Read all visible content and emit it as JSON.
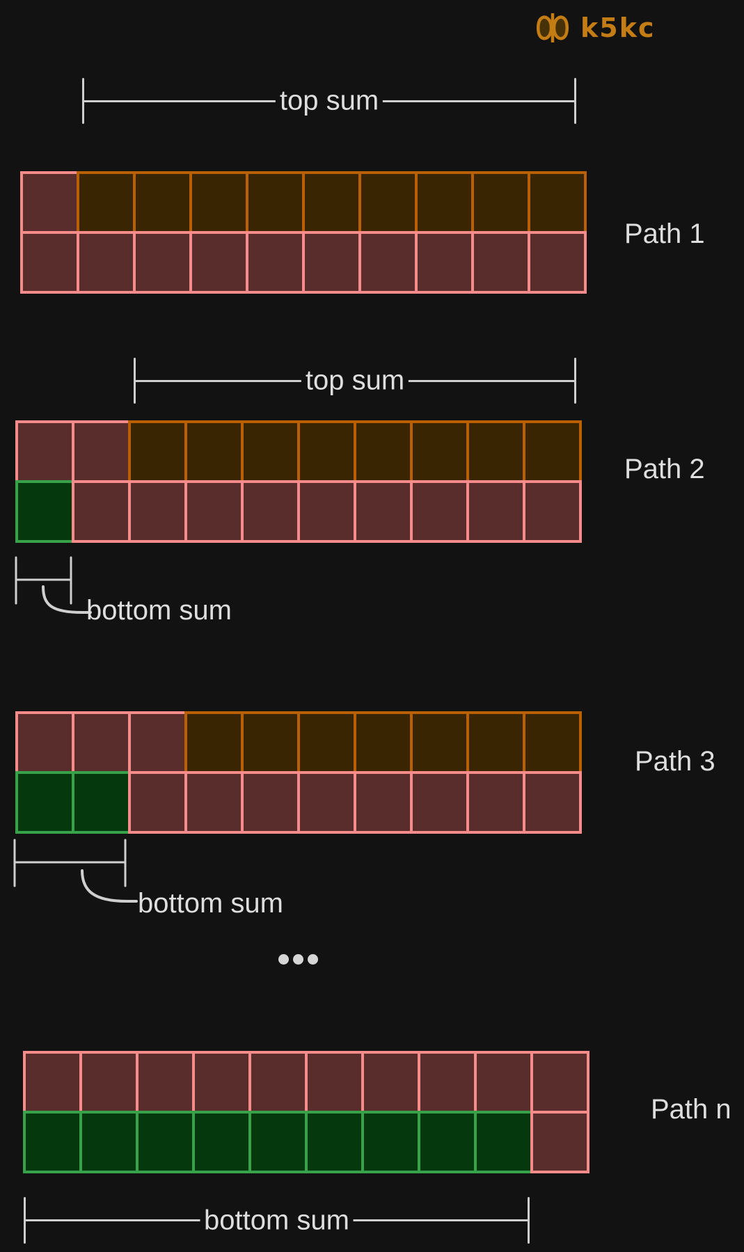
{
  "logo": {
    "text": "k5kc",
    "color": "#c47c15",
    "icon": "butterfly-infinity-icon"
  },
  "annotations": {
    "top_sum": "top sum",
    "bottom_sum": "bottom sum",
    "ellipsis_dot_count": 3
  },
  "colors": {
    "background": "#121212",
    "annotation_text": "#dedede",
    "bracket_line": "#cfcfcf",
    "cells": {
      "red": {
        "fill": "#5a2d2d",
        "border": "#f58b8b"
      },
      "orange": {
        "fill": "#392502",
        "border": "#b96004"
      },
      "green": {
        "fill": "#06380d",
        "border": "#37a24a"
      }
    }
  },
  "paths": [
    {
      "label": "Path 1",
      "rows": [
        [
          "red",
          "orange",
          "orange",
          "orange",
          "orange",
          "orange",
          "orange",
          "orange",
          "orange",
          "orange"
        ],
        [
          "red",
          "red",
          "red",
          "red",
          "red",
          "red",
          "red",
          "red",
          "red",
          "red"
        ]
      ]
    },
    {
      "label": "Path 2",
      "rows": [
        [
          "red",
          "red",
          "orange",
          "orange",
          "orange",
          "orange",
          "orange",
          "orange",
          "orange",
          "orange"
        ],
        [
          "green",
          "red",
          "red",
          "red",
          "red",
          "red",
          "red",
          "red",
          "red",
          "red"
        ]
      ]
    },
    {
      "label": "Path 3",
      "rows": [
        [
          "red",
          "red",
          "red",
          "orange",
          "orange",
          "orange",
          "orange",
          "orange",
          "orange",
          "orange"
        ],
        [
          "green",
          "green",
          "red",
          "red",
          "red",
          "red",
          "red",
          "red",
          "red",
          "red"
        ]
      ]
    },
    {
      "label": "Path n",
      "rows": [
        [
          "red",
          "red",
          "red",
          "red",
          "red",
          "red",
          "red",
          "red",
          "red",
          "red"
        ],
        [
          "green",
          "green",
          "green",
          "green",
          "green",
          "green",
          "green",
          "green",
          "green",
          "red"
        ]
      ]
    }
  ]
}
